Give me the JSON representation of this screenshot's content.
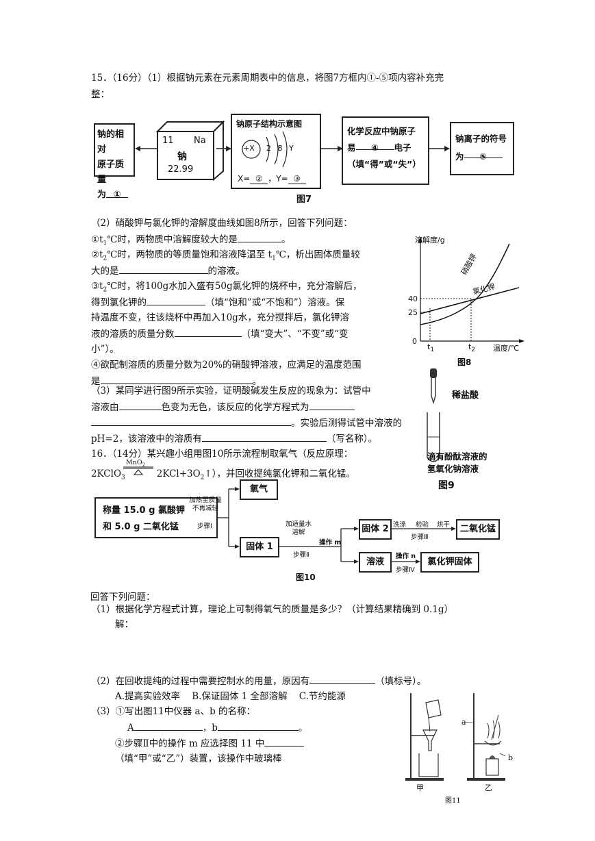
{
  "q15": {
    "head": "15．（16分）（1）根据钠元素在元素周期表中的信息，将图7方框内①-⑤项内容补充完",
    "head2": "整：",
    "fig7": {
      "box1_l1": "钠的相对",
      "box1_l2": "原子质量",
      "box1_l3": "为",
      "box1_blank": "①",
      "cube_num": "11",
      "cube_sym": "Na",
      "cube_name": "钠",
      "cube_mass": "22.99",
      "atom_title": "钠原子结构示意图",
      "atom_nucleus": "+X",
      "atom_shells": "2 8 Y",
      "atom_eq": "X=",
      "atom_b2": "②",
      "atom_eq2": "，Y=",
      "atom_b3": "③",
      "rx_l1": "化学反应中钠原子",
      "rx_l2a": "易",
      "rx_b4": "④",
      "rx_l2b": "电子",
      "rx_l3": "（填“得”或“失”）",
      "ion_l1": "钠离子的符号",
      "ion_l2": "为",
      "ion_b5": "⑤",
      "caption": "图7"
    },
    "p2": {
      "intro": "（2）硝酸钾与氯化钾的溶解度曲线如图8所示，回答下列问题：",
      "q1a": "①t",
      "q1b": "℃时，两物质中溶解度较大的是",
      "q1c": "。",
      "q2a": "②t",
      "q2b": "℃时，两物质的等质量饱和溶液降温至 t",
      "q2c": "℃，析出固体质量较",
      "q2d": "大的是",
      "q2e": "的溶液。",
      "q3a": "③t",
      "q3b": "℃时，将100g水加入盛有50g氯化钾的烧杯中，充分溶解后，",
      "q3c": "得到氯化钾的",
      "q3d": "（填“饱和”或“不饱和”）溶液。保",
      "q3e": "持温度不变，往该烧杯中再加入10g水，充分搅拌后，氯化钾溶",
      "q3f": "液的溶质的质量分数",
      "q3g": "（填“变大”、“不变”或“变",
      "q3h": "小”）。",
      "q4a": "④欲配制溶质的质量分数为20%的硝酸钾溶液，应满足的温度范围",
      "q4b": "是",
      "q4c": "。",
      "sub1": "1",
      "sub2": "2"
    },
    "p3": {
      "l1": "（3）某同学进行图9所示实验，证明酸碱发生反应的现象为：试管中",
      "l2a": "溶液由",
      "l2b": "色变为无色，该反应的化学方程式为",
      "l3": "。实验后测得试管中溶液的",
      "l4a": "pH=2，该溶液中的溶质有",
      "l4b": "（写名称）。"
    }
  },
  "fig8": {
    "ylabel": "溶解度/g",
    "xlabel": "温度/℃",
    "kno3": "硝酸钾",
    "kcl": "氯化钾",
    "y40": "40",
    "y25": "25",
    "origin": "0",
    "t1": "t",
    "t2": "t",
    "s1": "1",
    "s2": "2",
    "caption": "图8"
  },
  "fig9": {
    "acid": "稀盐酸",
    "sol1": "滴有酚酞溶液的",
    "sol2": "氢氧化钠溶液",
    "caption": "图9"
  },
  "q16": {
    "l1": "16．（14分）某兴趣小组用图10所示流程制取氧气（反应原理：",
    "cat": "MnO",
    "cat_sub": "2",
    "eq_l": "2KClO",
    "eq_sub": "3",
    "eq_r": "2KCl+3O",
    "eq_r_sub": "2",
    "eq_tail": "↑），并回收提纯氯化钾和二氧化锰。",
    "fig10": {
      "start1": "称量 15.0 g 氯酸钾",
      "start2": "和 5.0 g 二氧化锰",
      "heat1": "加热至质量",
      "heat2": "不再减轻",
      "step1": "步骤Ⅰ",
      "oxygen": "氧气",
      "solid1": "固体 1",
      "water1": "加适量水",
      "water2": "溶解",
      "step2": "步骤Ⅱ",
      "op_m": "操作 m",
      "solid2": "固体 2",
      "wash": "洗涤",
      "check": "检验",
      "dry": "烘干",
      "step3": "步骤Ⅲ",
      "mno2": "二氧化锰",
      "solution": "溶液",
      "op_n": "操作 n",
      "step4": "步骤Ⅳ",
      "kcl": "氯化钾固体",
      "caption": "图10"
    },
    "answer_intro": "回答下列问题：",
    "a1": "（1）根据化学方程式计算，理论上可制得氧气的质量是多少？（计算结果精确到 0.1g）",
    "a1_sol": "解：",
    "a2a": "（2）在回收提纯的过程中需要控制水的用量，原因有",
    "a2b": "（填标号）。",
    "a2_opts": "A.提高实验效率    B.保证固体 1 全部溶解    C.节约能源",
    "a3": "（3）①写出图11中仪器 a、b 的名称：",
    "a3_A": "A",
    "a3_b": "，b",
    "a3_end": "。",
    "a3_2": "②步骤Ⅱ中的操作 m 应选择图 11 中",
    "a3_3": "（填“甲”或“乙”）装置，该操作中玻璃棒"
  },
  "fig11": {
    "jia": "甲",
    "yi": "乙",
    "a": "a",
    "b": "b",
    "caption": "图11"
  }
}
